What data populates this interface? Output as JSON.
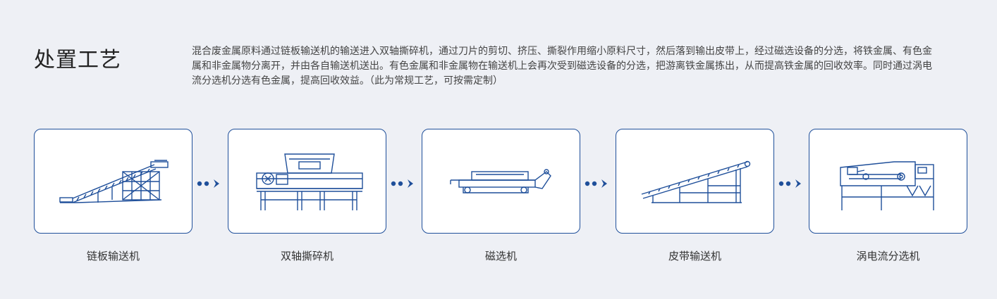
{
  "section": {
    "title": "处置工艺",
    "description": "混合废金属原料通过链板输送机的输送进入双轴撕碎机，通过刀片的剪切、挤压、撕裂作用缩小原料尺寸，然后落到输出皮带上，经过磁选设备的分选，将铁金属、有色金属和非金属物分离开，并由各自输送机送出。有色金属和非金属物在输送机上会再次受到磁选设备的分选，把游离铁金属拣出，从而提高铁金属的回收效率。同时通过涡电流分选机分选有色金属，提高回收效益。（此为常规工艺，可按需定制）"
  },
  "process_steps": [
    {
      "label": "链板输送机",
      "icon": "chain-plate-conveyor-icon"
    },
    {
      "label": "双轴撕碎机",
      "icon": "dual-shaft-shredder-icon"
    },
    {
      "label": "磁选机",
      "icon": "magnetic-separator-icon"
    },
    {
      "label": "皮带输送机",
      "icon": "belt-conveyor-icon"
    },
    {
      "label": "涡电流分选机",
      "icon": "eddy-current-separator-icon"
    }
  ],
  "colors": {
    "accent": "#1f4f9a",
    "background": "#eef0f5",
    "card": "#ffffff"
  }
}
